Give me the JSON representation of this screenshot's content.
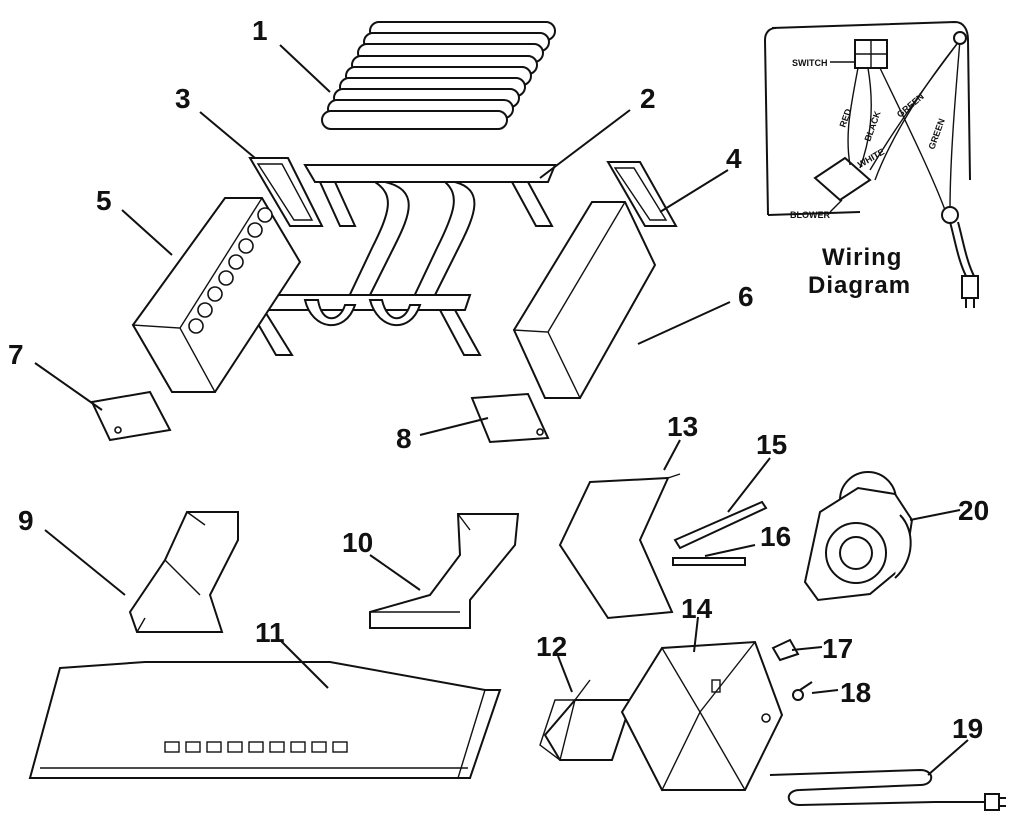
{
  "callouts": [
    {
      "id": "1",
      "label": "1"
    },
    {
      "id": "2",
      "label": "2"
    },
    {
      "id": "3",
      "label": "3"
    },
    {
      "id": "4",
      "label": "4"
    },
    {
      "id": "5",
      "label": "5"
    },
    {
      "id": "6",
      "label": "6"
    },
    {
      "id": "7",
      "label": "7"
    },
    {
      "id": "8",
      "label": "8"
    },
    {
      "id": "9",
      "label": "9"
    },
    {
      "id": "10",
      "label": "10"
    },
    {
      "id": "11",
      "label": "11"
    },
    {
      "id": "12",
      "label": "12"
    },
    {
      "id": "13",
      "label": "13"
    },
    {
      "id": "14",
      "label": "14"
    },
    {
      "id": "15",
      "label": "15"
    },
    {
      "id": "16",
      "label": "16"
    },
    {
      "id": "17",
      "label": "17"
    },
    {
      "id": "18",
      "label": "18"
    },
    {
      "id": "19",
      "label": "19"
    },
    {
      "id": "20",
      "label": "20"
    }
  ],
  "wiring_diagram": {
    "title_line1": "Wiring",
    "title_line2": "Diagram",
    "switch_label": "SWITCH",
    "blower_label": "BLOWER",
    "wire_labels": [
      "RED",
      "BLACK",
      "WHITE",
      "GREEN",
      "GREEN"
    ]
  }
}
